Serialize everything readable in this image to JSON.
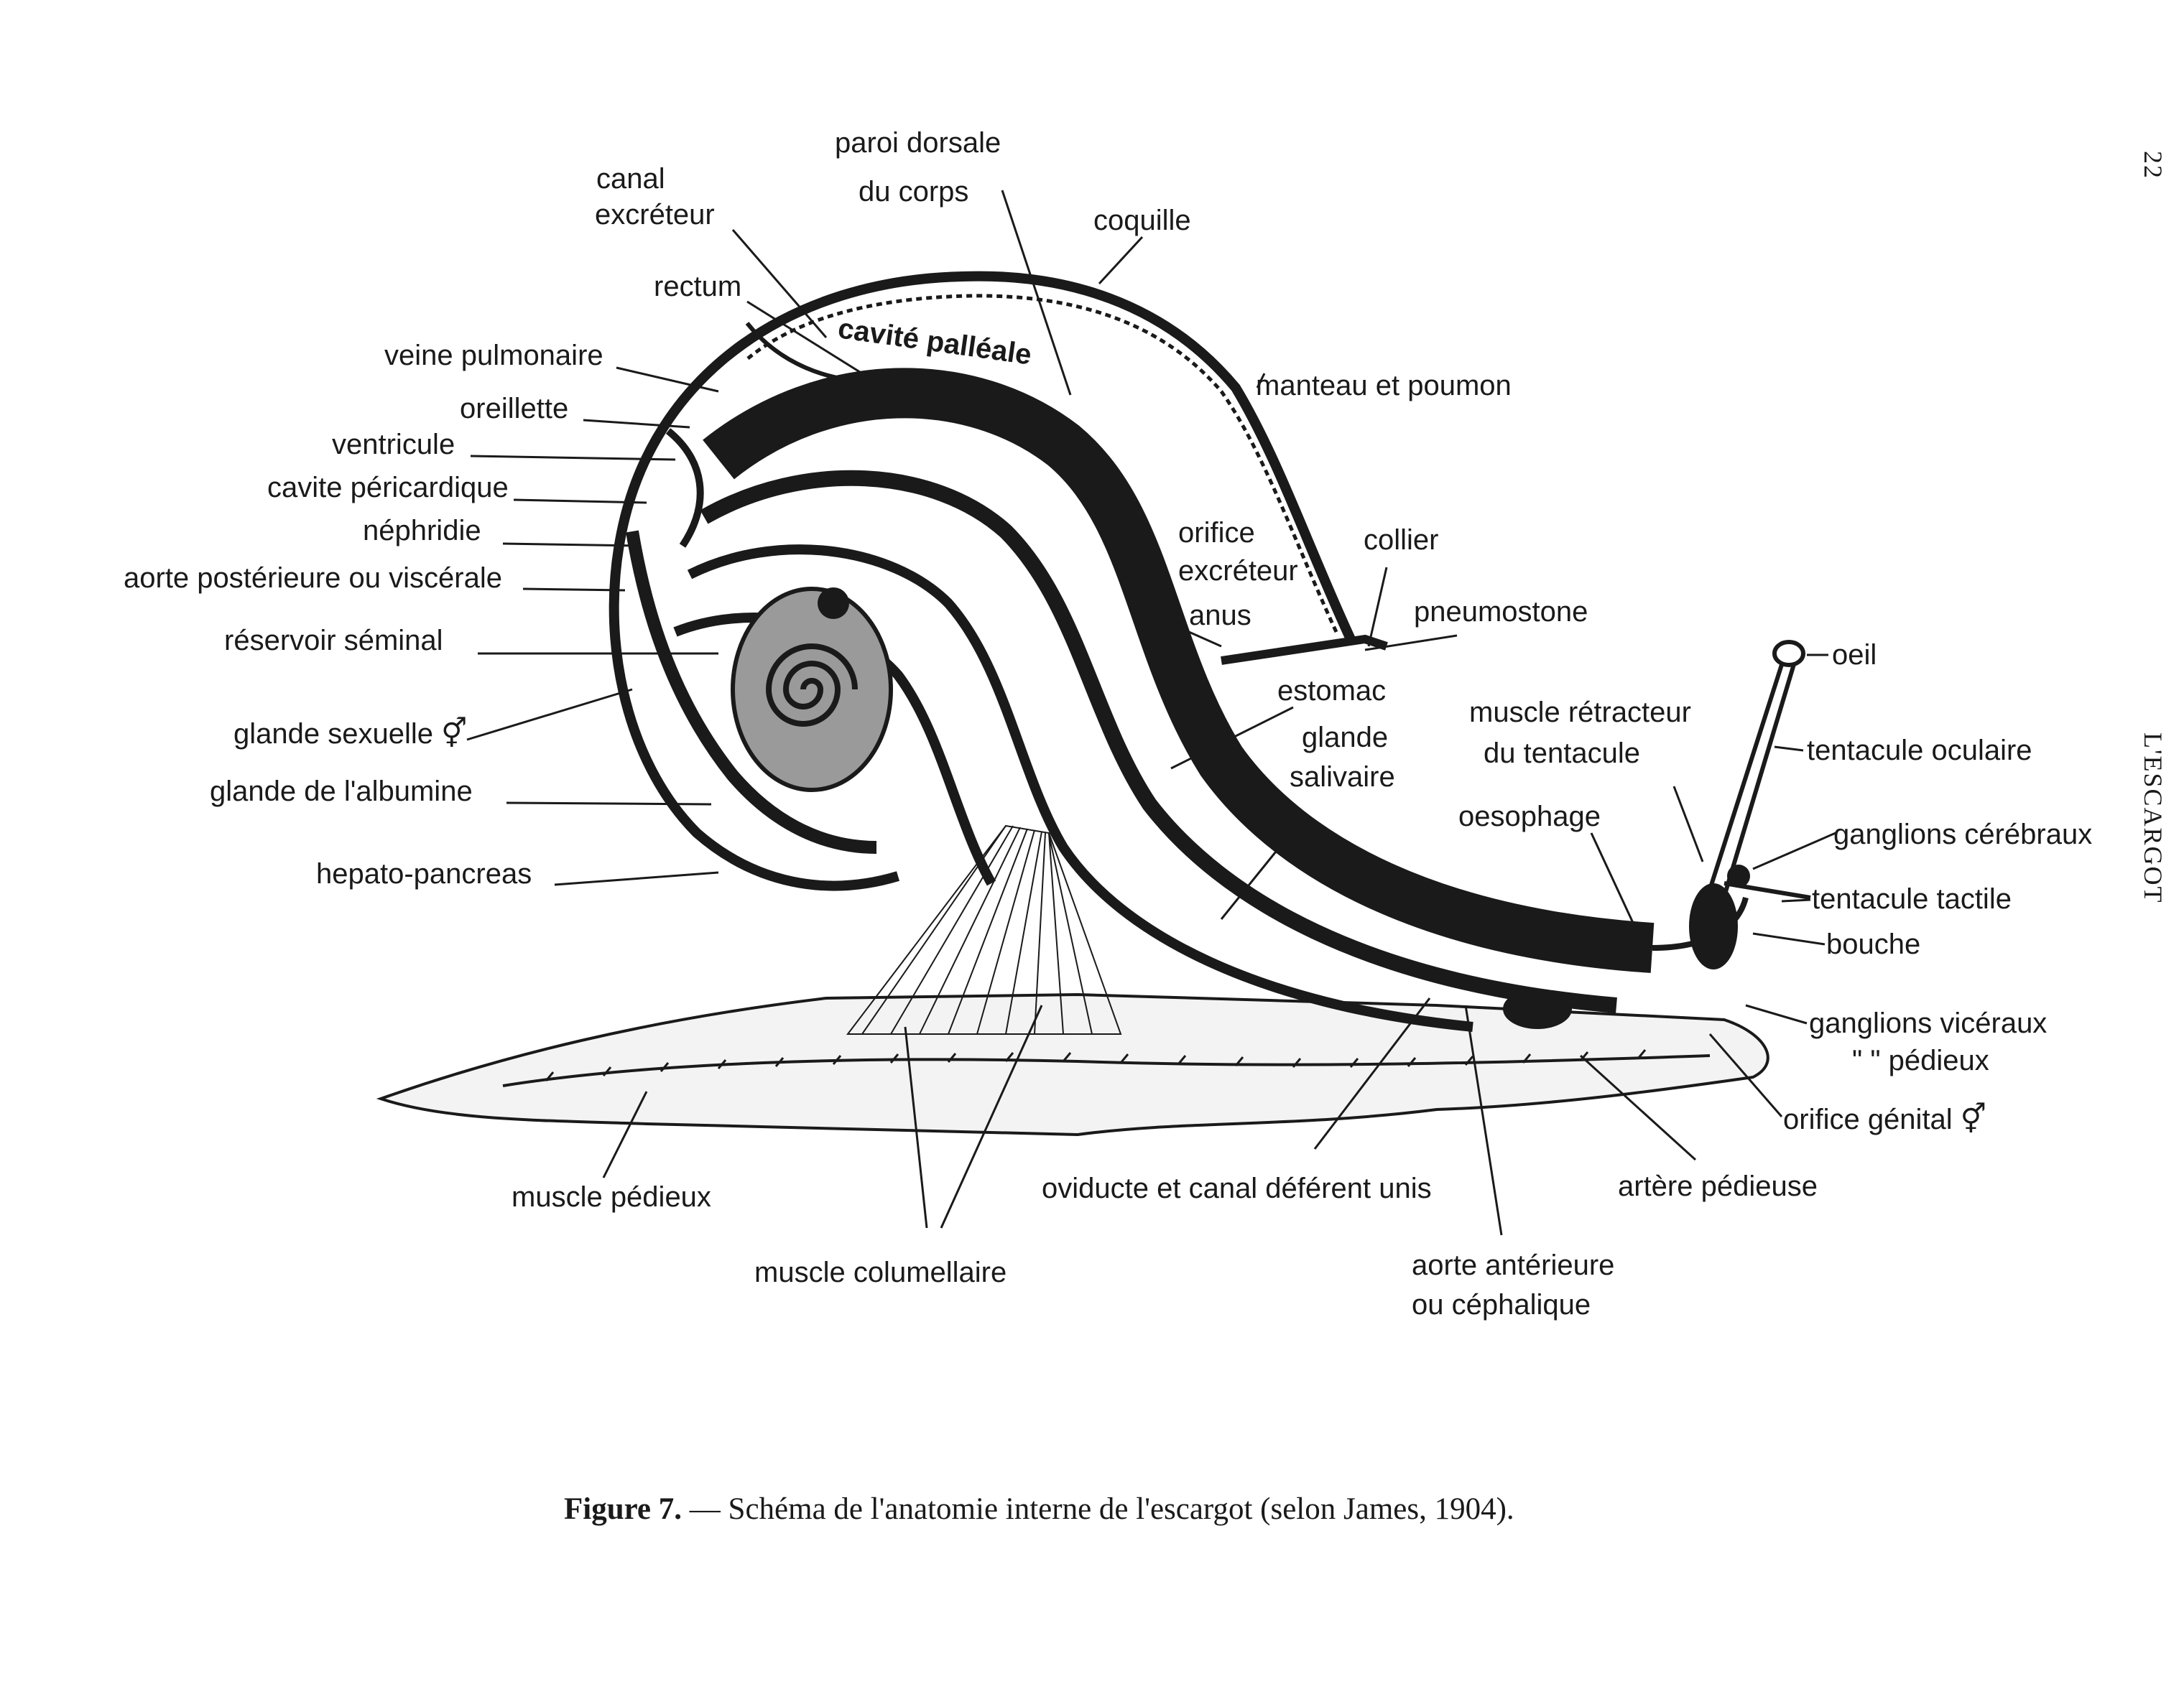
{
  "labels": {
    "canal_excreteur_1": "canal",
    "canal_excreteur_2": "excréteur",
    "paroi_1": "paroi dorsale",
    "paroi_2": "du corps",
    "coquille": "coquille",
    "rectum": "rectum",
    "cavite_palleale": "cavité palléale",
    "veine_pulmonaire": "veine pulmonaire",
    "oreillette": "oreillette",
    "ventricule": "ventricule",
    "cavite_pericardique": "cavite péricardique",
    "nephridie": "néphridie",
    "aorte_posterieure": "aorte postérieure ou viscérale",
    "reservoir_seminal": "réservoir séminal",
    "glande_sexuelle": "glande sexuelle ⚥",
    "glande_albumine": "glande de l'albumine",
    "hepato_pancreas": "hepato-pancreas",
    "manteau_poumon": "manteau et poumon",
    "orifice_excreteur_1": "orifice",
    "orifice_excreteur_2": "excréteur",
    "anus": "anus",
    "collier": "collier",
    "pneumostone": "pneumostone",
    "estomac": "estomac",
    "glande_salivaire_1": "glande",
    "glande_salivaire_2": "salivaire",
    "muscle_retracteur_1": "muscle rétracteur",
    "muscle_retracteur_2": "du tentacule",
    "oesophage": "oesophage",
    "oeil": "oeil",
    "tentacule_oculaire": "tentacule oculaire",
    "ganglions_cerebraux": "ganglions cérébraux",
    "tentacule_tactile": "tentacule tactile",
    "bouche": "bouche",
    "ganglions_visceraux": "ganglions vicéraux",
    "ganglions_pedieux": "\"  \"  pédieux",
    "orifice_genital": "orifice génital ⚥",
    "artere_pedieuse": "artère pédieuse",
    "aorte_anterieure_1": "aorte antérieure",
    "aorte_anterieure_2": "ou céphalique",
    "oviducte": "oviducte et canal déférent unis",
    "muscle_columellaire": "muscle columellaire",
    "muscle_pedieux": "muscle pédieux"
  },
  "caption": {
    "figure": "Figure 7.",
    "text": " — Schéma de l'anatomie interne de l'escargot (selon James, 1904)."
  },
  "page_number": "22",
  "running_head": "L'ESCARGOT",
  "colors": {
    "ink": "#1a1a1a",
    "gland_gray": "#9a9a9a",
    "paper": "#ffffff"
  }
}
